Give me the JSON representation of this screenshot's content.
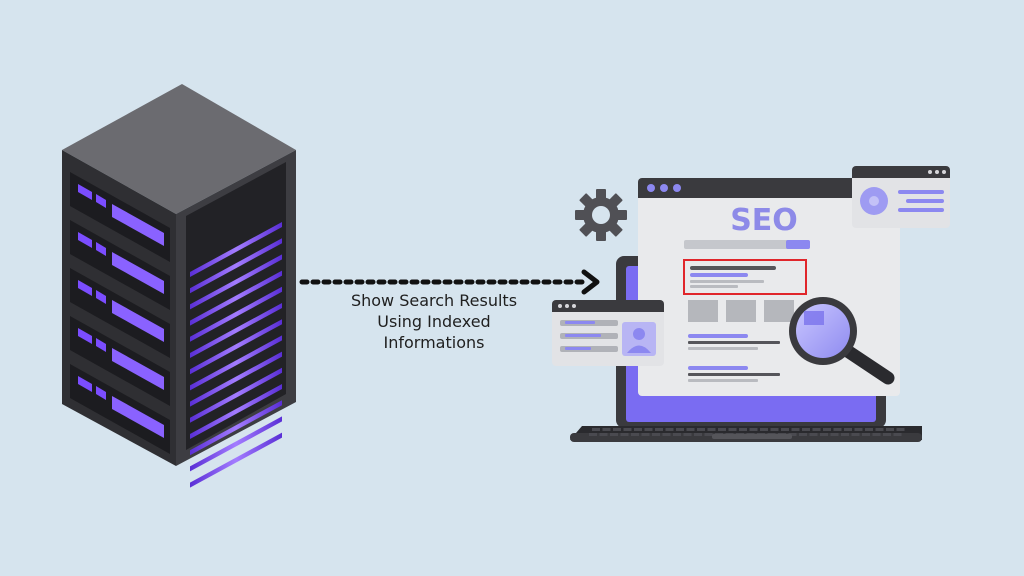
{
  "caption": {
    "lines": [
      "Show Search Results",
      "Using Indexed",
      "Informations"
    ]
  },
  "browser": {
    "title": "SEO"
  },
  "colors": {
    "background": "#d6e4ee",
    "server_body": "#3a3a3e",
    "server_glow": "#7b4dff",
    "accent_purple": "#8c88f0",
    "highlight_red": "#e0262b",
    "seo_text": "#8d8ae8",
    "arrow": "#111111"
  },
  "icons": [
    "server-icon",
    "gear-icon",
    "magnifier-icon",
    "user-icon",
    "dotted-arrow-icon"
  ]
}
